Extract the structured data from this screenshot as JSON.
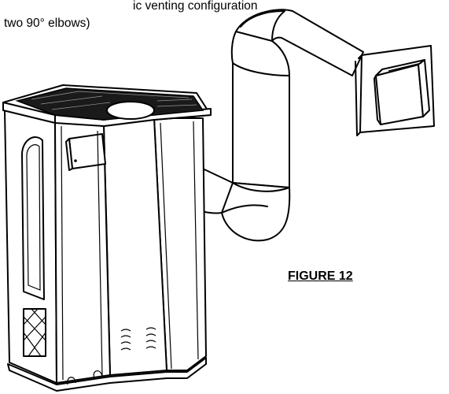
{
  "caption": {
    "line1": "ic venting configuration",
    "line2": "two 90° elbows)"
  },
  "figure_label": "FIGURE 12"
}
